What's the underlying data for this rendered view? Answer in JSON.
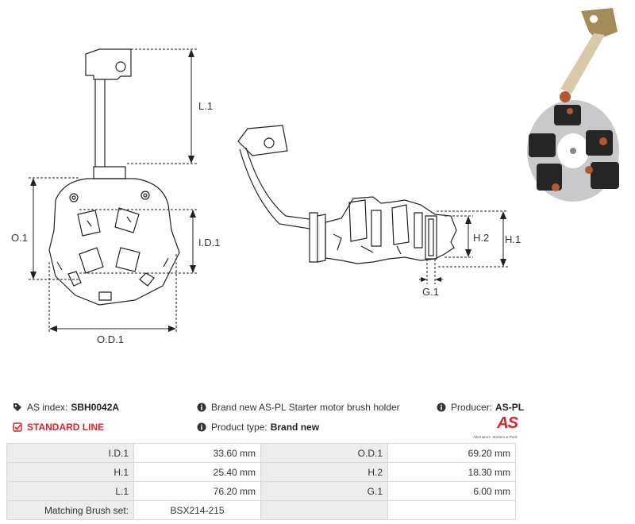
{
  "drawing": {
    "labels": {
      "l1": "L.1",
      "o1": "O.1",
      "id1": "I.D.1",
      "od1": "O.D.1",
      "h1": "H.1",
      "h2": "H.2",
      "g1": "G.1"
    }
  },
  "info": {
    "as_index_label": "AS index:",
    "as_index_value": "SBH0042A",
    "description": "Brand new AS-PL Starter motor brush holder",
    "producer_label": "Producer:",
    "producer_value": "AS-PL",
    "line_label": "STANDARD LINE",
    "product_type_label": "Product type:",
    "product_type_value": "Brand new"
  },
  "logo": {
    "word": "AS",
    "tagline": "Alternators, Starters & Parts"
  },
  "spec_table": [
    {
      "k1": "I.D.1",
      "v1": "33.60 mm",
      "k2": "O.D.1",
      "v2": "69.20 mm"
    },
    {
      "k1": "H.1",
      "v1": "25.40 mm",
      "k2": "H.2",
      "v2": "18.30 mm"
    },
    {
      "k1": "L.1",
      "v1": "76.20 mm",
      "k2": "G.1",
      "v2": "6.00 mm"
    }
  ],
  "matching": {
    "label": "Matching Brush set:",
    "value": "BSX214-215"
  },
  "colors": {
    "accent": "#d9232e",
    "label_cell": "#ececec",
    "border": "#d9d9d9"
  }
}
